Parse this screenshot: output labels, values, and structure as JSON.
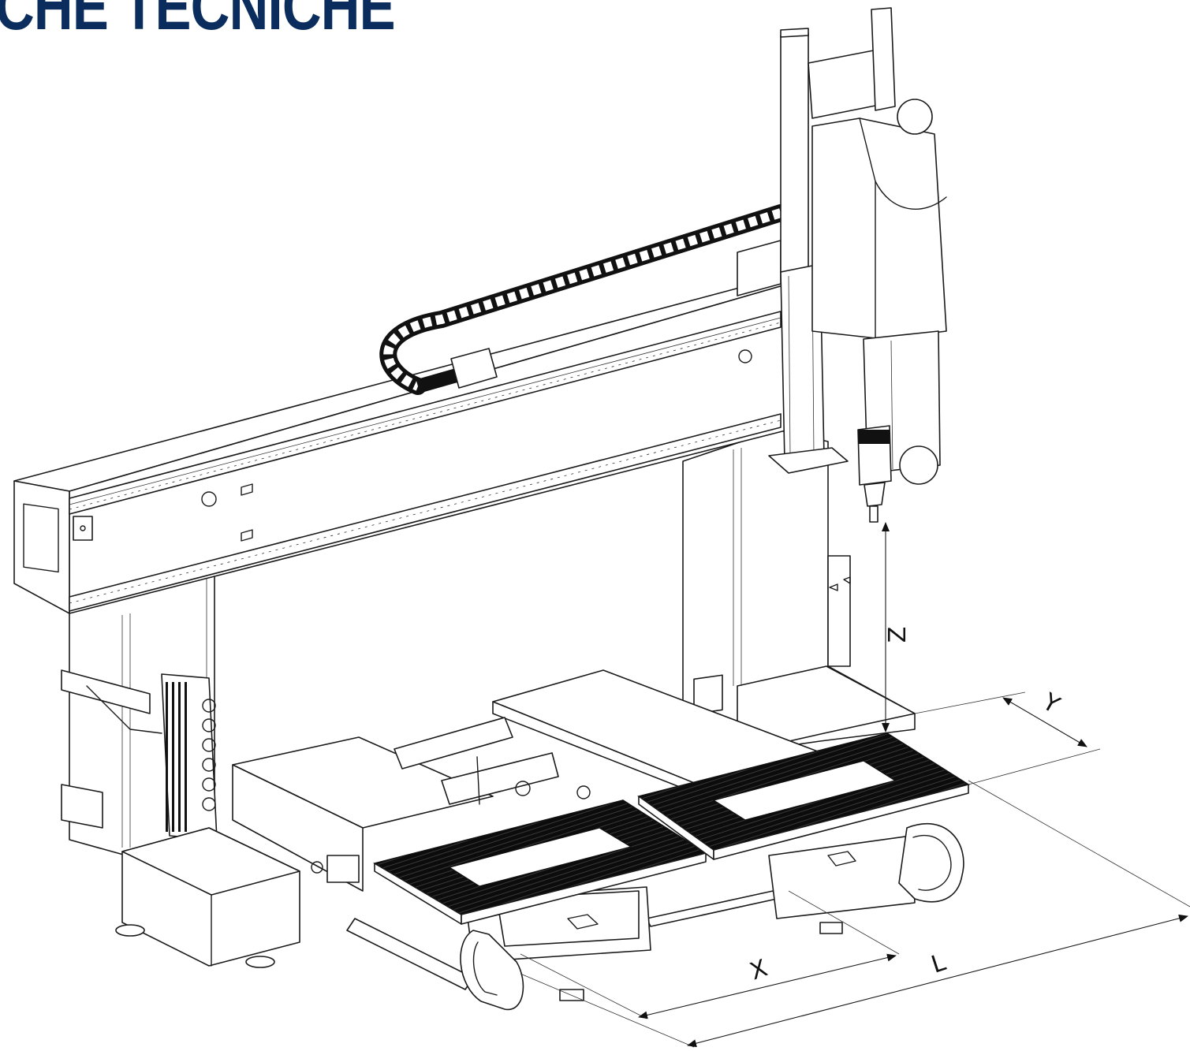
{
  "header": {
    "title": "CHE TECNICHE",
    "title_color": "#0a2d5e"
  },
  "dimensions": {
    "x_label": "X",
    "y_label": "Y",
    "z_label": "Z",
    "l_label": "L"
  }
}
